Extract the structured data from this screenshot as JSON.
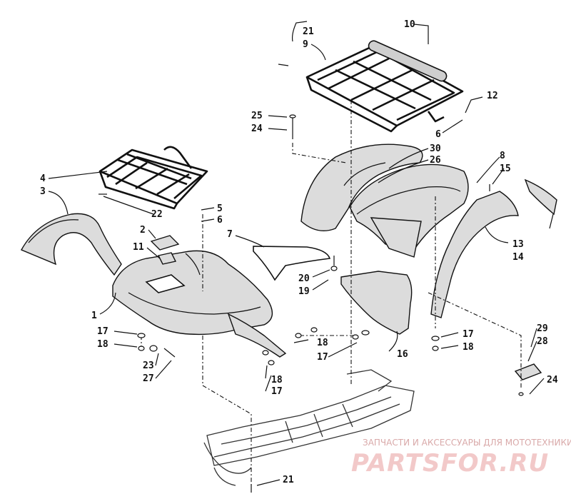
{
  "part_numbers": {
    "n1": "1",
    "n2": "2",
    "n3": "3",
    "n4": "4",
    "n5": "5",
    "n6a": "6",
    "n6b": "6",
    "n7": "7",
    "n8": "8",
    "n9": "9",
    "n10": "10",
    "n11": "11",
    "n12": "12",
    "n13": "13",
    "n14": "14",
    "n15": "15",
    "n16": "16",
    "n17a": "17",
    "n17b": "17",
    "n17c": "17",
    "n17d": "17",
    "n18a": "18",
    "n18b": "18",
    "n18c": "18",
    "n18d": "18",
    "n19": "19",
    "n20": "20",
    "n21a": "21",
    "n21b": "21",
    "n22": "22",
    "n23": "23",
    "n24a": "24",
    "n24b": "24",
    "n25": "25",
    "n26": "26",
    "n27": "27",
    "n28": "28",
    "n29": "29",
    "n30": "30"
  },
  "watermark": {
    "tagline": "ЗАПЧАСТИ И АКСЕССУАРЫ ДЛЯ МОТОТЕХНИКИ",
    "brand": "PARTSFOR.RU"
  }
}
